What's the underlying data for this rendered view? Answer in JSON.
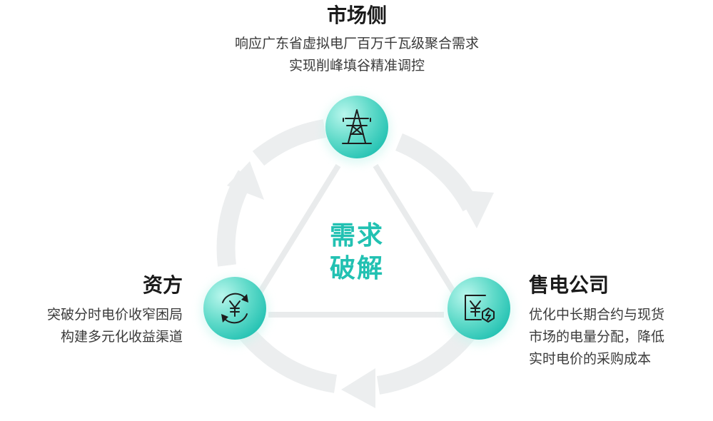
{
  "nodes": {
    "market": {
      "title": "市场侧",
      "lines": [
        "响应广东省虚拟电厂百万千瓦级聚合需求",
        "实现削峰填谷精准调控"
      ],
      "icon": "power-tower-icon"
    },
    "capital": {
      "title": "资方",
      "lines": [
        "突破分时电价收窄困局",
        "构建多元化收益渠道"
      ],
      "icon": "yen-exchange-icon"
    },
    "retailer": {
      "title": "售电公司",
      "lines": [
        "优化中长期合约与现货",
        "市场的电量分配，降低",
        "实时电价的采购成本"
      ],
      "icon": "yen-electricity-icon"
    }
  },
  "center": {
    "lines": [
      "需求",
      "破解"
    ]
  },
  "colors": {
    "accent": "#22c1b2",
    "ring": "#eceeef",
    "triangle": "#e9ebec",
    "circle_light": "#a9f0e6",
    "circle_dark": "#2cc4b5"
  }
}
